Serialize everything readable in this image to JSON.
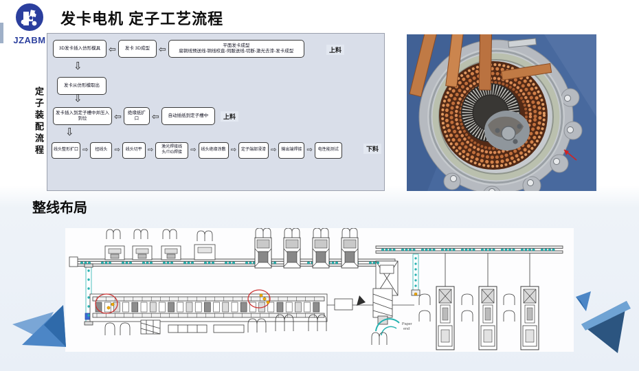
{
  "page": {
    "title": "发卡电机 定子工艺流程",
    "logo_text": "JZABM"
  },
  "flowchart": {
    "side_label": "定子装配流程",
    "tags": {
      "load1": "上料",
      "load2": "上料",
      "unload": "下料"
    },
    "row1": {
      "box1": "3D发卡插入仿形模具",
      "box2": "发卡 3D成型",
      "box3_title": "平面发卡成型",
      "box3_subtitle": "扁铜线预送线-铜线校直-伺服送线-切断-激光去漆-发卡成型"
    },
    "row2": {
      "box1": "发卡从仿形模取出"
    },
    "row3": {
      "box1": "发卡插入到定子槽中并压入到位",
      "box2": "绝缘纸扩口",
      "box3": "自动插纸到定子槽中"
    },
    "row4": [
      "线头整形扩口",
      "扭线头",
      "线头切平",
      "激光焊接线头/TIG焊接",
      "线头绝缘涂敷",
      "定子端部浸漆",
      "输出端焊接",
      "电性能测试"
    ]
  },
  "sections": {
    "layout_title": "整线布局"
  },
  "layout_diagram": {
    "paper_end_label": "Paper end"
  },
  "colors": {
    "accent_blue": "#2b3f9e",
    "panel_bg": "#d9dee9",
    "teal": "#25b2b0",
    "copper": "#c97f4e",
    "red_marker": "#cc3333",
    "yellow_marker": "#f0a800",
    "triangle_blue": "#3f7fbe",
    "triangle_dark": "#2c5580"
  }
}
